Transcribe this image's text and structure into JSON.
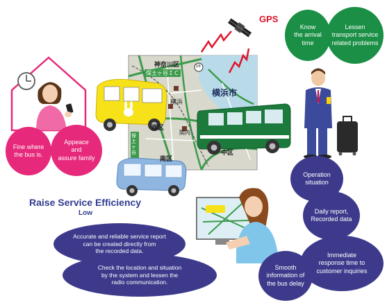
{
  "gps": {
    "label": "GPS"
  },
  "map": {
    "labels": {
      "kanagawa_ward": "神奈川区",
      "hodogaya_ic": "保土ヶ谷ＩＣ",
      "yokohama_city": "横浜市",
      "yokohama_small": "横浜",
      "nishi_ward": "西区",
      "kannai": "関内",
      "minami_ward": "南区",
      "naka_ward": "中区",
      "station_left": "保土ヶ谷",
      "route_sign": "16"
    }
  },
  "green_bubbles": {
    "arrival": "Know\nthe arrival\ntime",
    "lessen": "Lessen\ntransport service\nrelated problems"
  },
  "pink_bubbles": {
    "fine": "Fine where\nthe bus is.",
    "appease": "Appeace\nand\nassure family"
  },
  "efficiency": {
    "title": "Raise Service Efficiency",
    "subtitle": "Low"
  },
  "navy_bubbles": {
    "operation": "Operation\nsituation",
    "daily": "Daily report,\nRecorded data",
    "immediate": "Immediate\nresponse time to\ncustomer inquiries",
    "smooth": "Smooth\ninformation of\nthe bus delay",
    "accurate": "Accurate and reliable service report\ncan be created directly from\nthe recorded data.",
    "check": "Check the location and situation\nby the system and lessen the\nradio communication."
  },
  "colors": {
    "pink": "#e6297a",
    "green": "#1a8f45",
    "navy": "#3d3a8c",
    "efficiency_title": "#2f3b8f"
  }
}
